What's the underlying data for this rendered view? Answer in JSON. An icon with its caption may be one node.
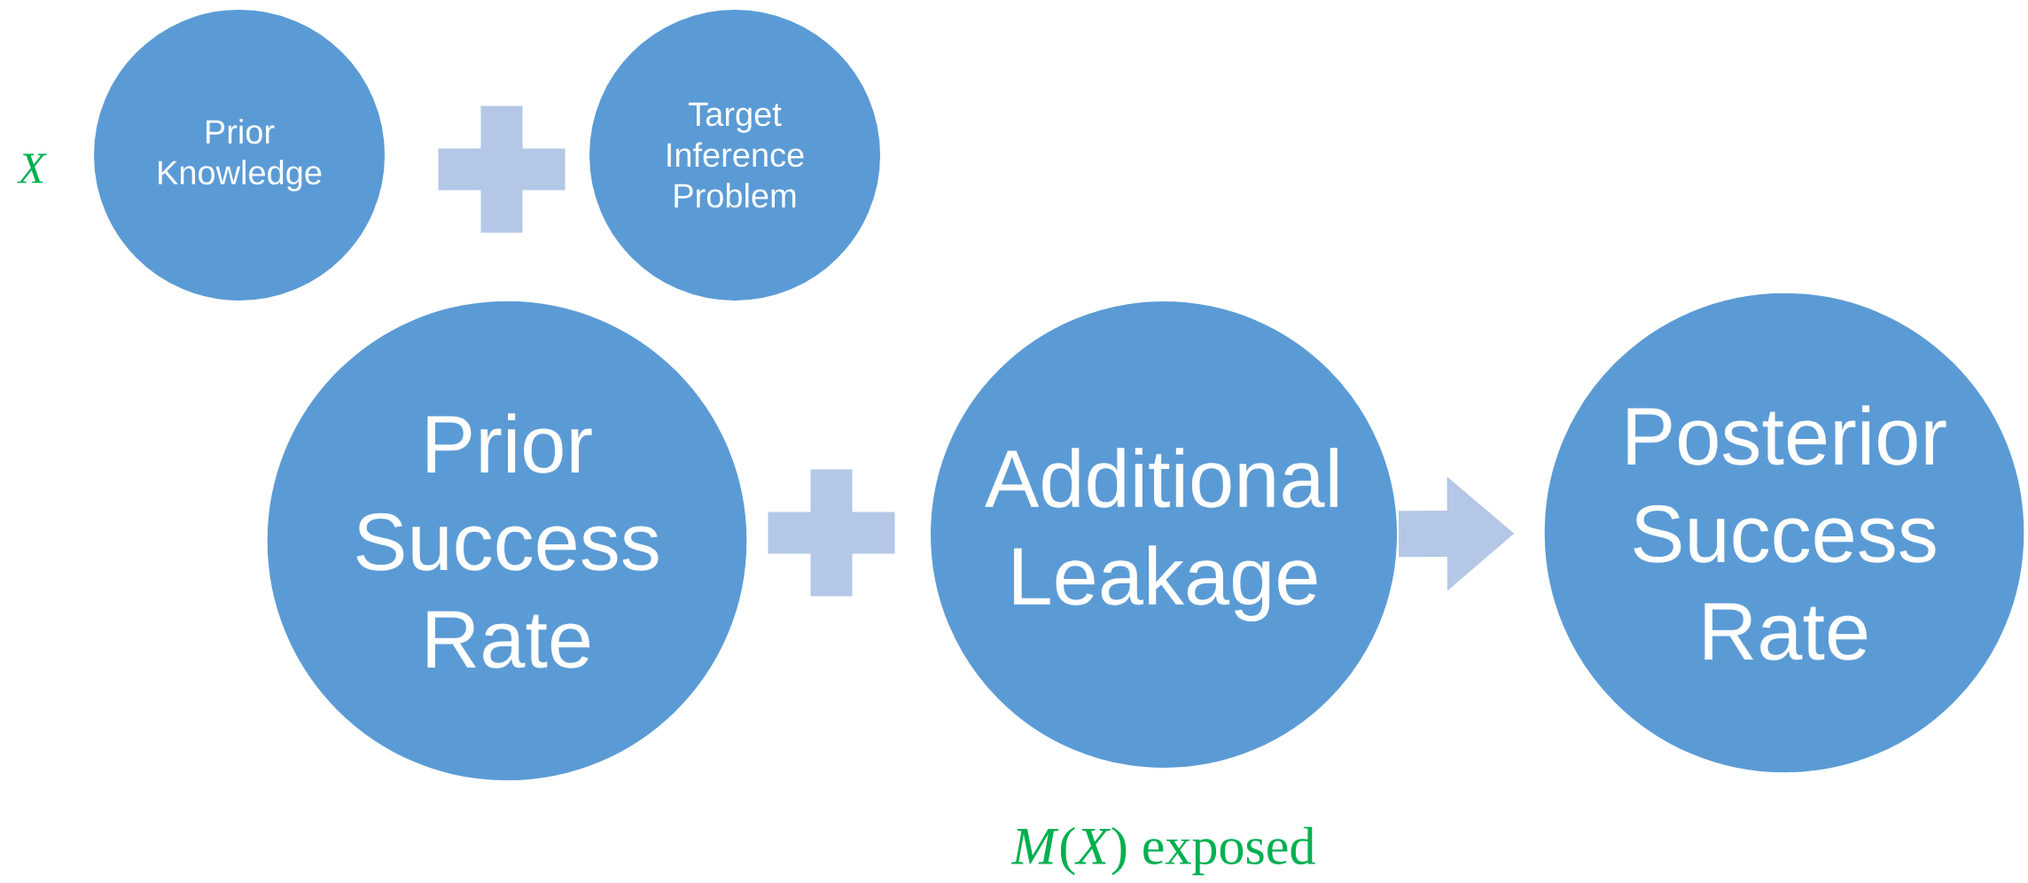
{
  "diagram": {
    "nodes": [
      {
        "text": [
          "Prior Knowledge"
        ],
        "beside": [
          "X"
        ]
      },
      {
        "text": [
          "Target Inference Problem"
        ]
      },
      {
        "text": [
          "Prior Success Rate"
        ]
      },
      {
        "text": [
          "Additional Leakage"
        ],
        "beside": [
          "*M*(*X*) exposed"
        ]
      },
      {
        "text": [
          "Posterior Success Rate"
        ]
      }
    ],
    "edges": [
      {
        "from": 3,
        "to": 4,
        "arrow": "to"
      }
    ]
  }
}
